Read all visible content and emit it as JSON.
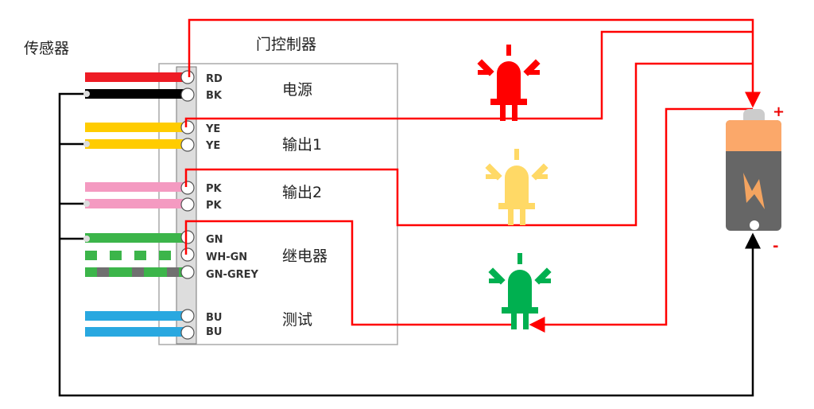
{
  "labels": {
    "sensor": "传感器",
    "controller": "门控制器"
  },
  "sections": [
    "电源",
    "输出1",
    "输出2",
    "继电器",
    "测试"
  ],
  "pins": [
    "RD",
    "BK",
    "YE",
    "YE",
    "PK",
    "PK",
    "GN",
    "WH-GN",
    "GN-GREY",
    "BU",
    "BU"
  ],
  "battery": {
    "plus": "+",
    "minus": "-"
  },
  "colors": {
    "red_wire": "#ee1c25",
    "black_wire": "#000000",
    "yellow_wire": "#ffcc00",
    "pink_wire": "#f49ac1",
    "green_wire": "#3cb54a",
    "grey": "#707070",
    "blue_wire": "#29a8e0",
    "led_red": "#ff0000",
    "led_yellow": "#ffd966",
    "led_green": "#00b050",
    "battery_top": "#fba86a",
    "battery_body": "#666666"
  },
  "icons": [
    "led-red-icon",
    "led-yellow-icon",
    "led-green-icon",
    "battery-icon"
  ]
}
